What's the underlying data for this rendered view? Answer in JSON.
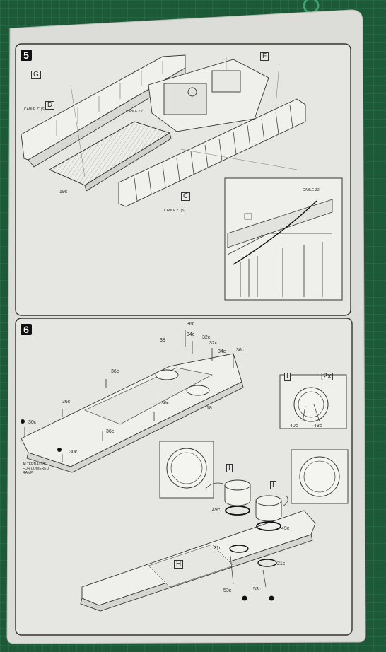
{
  "steps": {
    "step5": {
      "number": "5",
      "boxes": {
        "G": "G",
        "D": "D",
        "F": "F",
        "C": "C"
      },
      "cables": {
        "c1": "CABLE Z1(S)",
        "c2": "CABLE Z2",
        "c3": "CABLE Z1(S)",
        "inset": "CABLE Z2"
      },
      "parts": {
        "p19": "19c"
      }
    },
    "step6": {
      "number": "6",
      "boxes": {
        "I1": "I",
        "I2": "I",
        "I3": "I",
        "H": "H"
      },
      "multiplier": "[2x]",
      "parts": {
        "p36a": "36c",
        "p34a": "34c",
        "p32a": "32c",
        "p32b": "32c",
        "p34b": "34c",
        "p36b": "36c",
        "p38": "38",
        "p18": "18",
        "p36c": "36c",
        "p36d": "36c",
        "p36e": "36c",
        "p36f": "36c",
        "p30a": "30c",
        "p30b": "30c",
        "p40": "40c",
        "p48": "48c",
        "p49a": "49c",
        "p49b": "49c",
        "p21a": "21c",
        "p21b": "21c",
        "p53a": "53c",
        "p53b": "53c"
      },
      "note": "ALTERNATIVE FOR LOWERED RAMP"
    }
  }
}
